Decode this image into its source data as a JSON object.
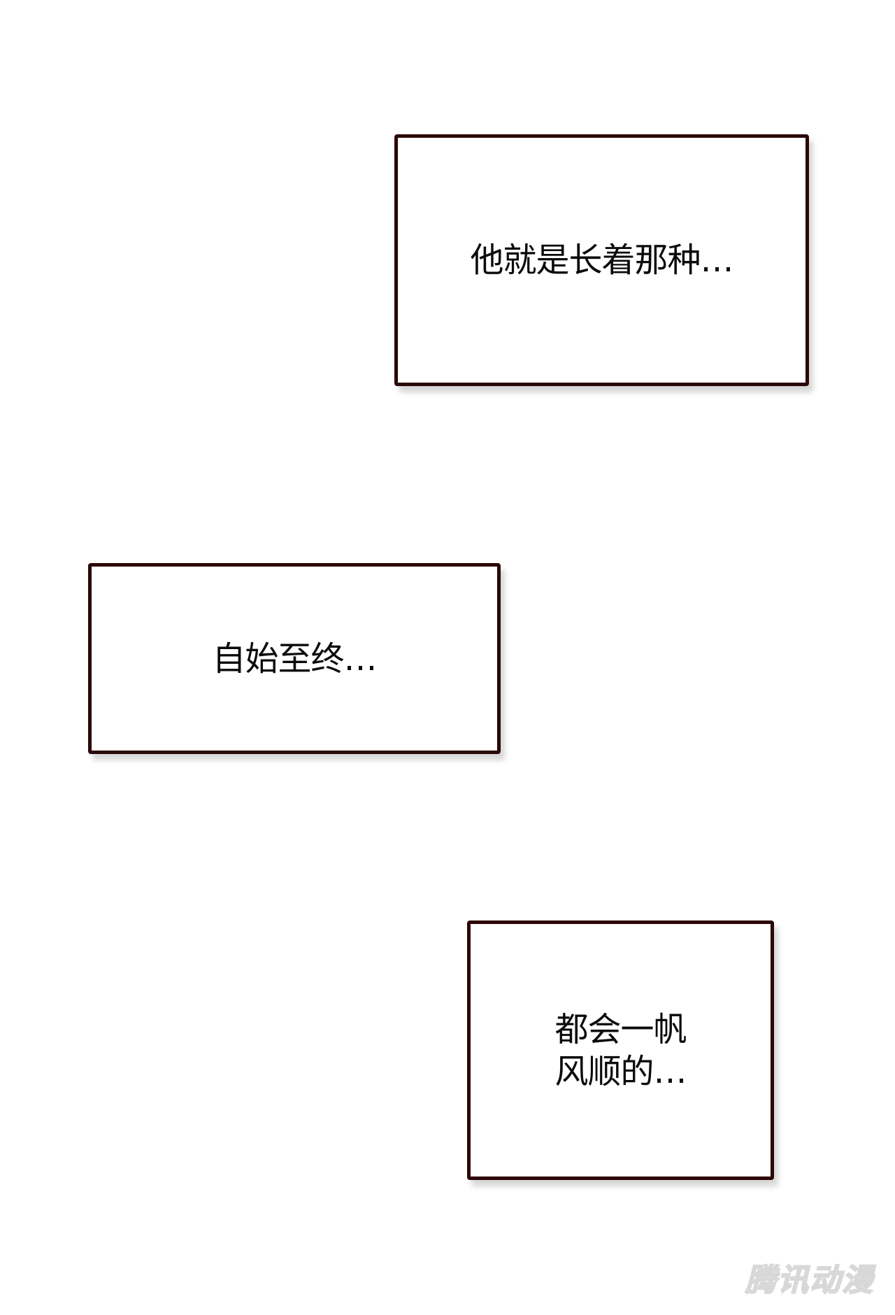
{
  "panels": [
    {
      "text": "他就是长着那种…"
    },
    {
      "text": "自始至终…"
    },
    {
      "text": "都会一帆\n风顺的…"
    }
  ],
  "watermark": {
    "text": "腾讯动漫"
  },
  "colors": {
    "border": "#2b0707",
    "background": "#ffffff",
    "text": "#0b0b0b"
  }
}
